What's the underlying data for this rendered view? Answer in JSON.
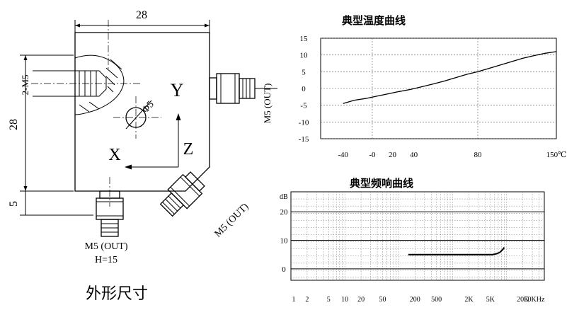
{
  "drawing": {
    "caption": "外形尺寸",
    "dim_width": "28",
    "dim_height": "28",
    "dim_base": "5",
    "thread_side": "2-M5",
    "hole_dia": "Φ5",
    "axis_y": "Y",
    "axis_x": "X",
    "axis_z": "Z",
    "connector_right": "M5 (OUT)",
    "connector_bottom": "M5 (OUT)",
    "connector_diag": "M5 (OUT)",
    "height_note": "H=15"
  },
  "chart_data": [
    {
      "type": "line",
      "title": "典型温度曲线",
      "x": [
        -40,
        -30,
        -20,
        -10,
        0,
        10,
        20,
        30,
        40,
        50,
        60,
        70,
        80,
        90,
        100,
        110,
        120,
        130,
        140,
        150
      ],
      "x_tick_labels": [
        "-40",
        "-0",
        "20",
        "40",
        "80",
        "150℃"
      ],
      "x_tick_values": [
        -40,
        -14,
        4,
        23,
        80,
        150
      ],
      "y_ticks": [
        15,
        10,
        5,
        0,
        -5,
        -10,
        -15
      ],
      "ylim": [
        -15,
        15
      ],
      "series": [
        {
          "values": [
            -4.5,
            -3.5,
            -3,
            -2.3,
            -1.6,
            -0.9,
            -0.3,
            0.5,
            1.3,
            2.2,
            3.2,
            4.2,
            5,
            6,
            7,
            8,
            9,
            9.8,
            10.5,
            11
          ]
        }
      ],
      "grid": true
    },
    {
      "type": "line",
      "title": "典型频响曲线",
      "ylabel": "dB",
      "y_ticks": [
        20,
        10,
        0
      ],
      "ylim": [
        -4,
        27
      ],
      "x_scale": "log",
      "xlim": [
        1,
        50000
      ],
      "x_tick_labels": [
        "1",
        "2",
        "5",
        "10",
        "20",
        "50",
        "200",
        "500",
        "2K",
        "5K",
        "20K",
        "50KHz"
      ],
      "x_tick_values": [
        1,
        2,
        5,
        10,
        20,
        50,
        200,
        500,
        2000,
        5000,
        20000,
        50000
      ],
      "series": [
        {
          "x": [
            150,
            500,
            1000,
            2000,
            4000,
            5500,
            6500,
            7500,
            8500,
            9000
          ],
          "values": [
            5,
            5,
            5,
            5,
            5,
            5,
            5.3,
            5.8,
            6.8,
            7.5
          ]
        }
      ],
      "grid": true
    }
  ]
}
